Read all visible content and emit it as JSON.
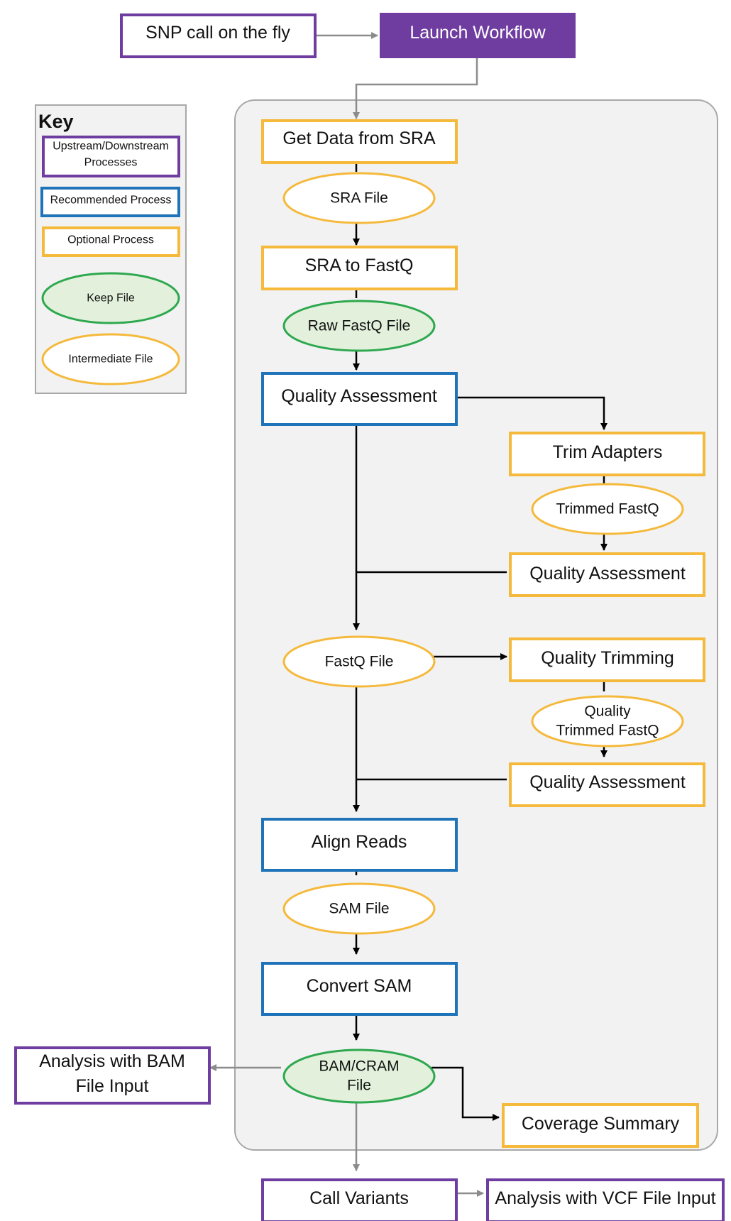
{
  "colors": {
    "upstream": "#6f3da0",
    "recommended": "#1f73b8",
    "optional": "#f5b93b",
    "keep_stroke": "#2ea84f",
    "keep_fill": "#e3f1dc",
    "intermediate": "#f5b93b",
    "container_fill": "#f2f2f2",
    "container_stroke": "#a8a8a8",
    "flow": "#000000",
    "external_flow": "#8c8c8c"
  },
  "top": {
    "snp_call": "SNP call on the fly",
    "launch": "Launch Workflow"
  },
  "key": {
    "title": "Key",
    "upstream": [
      "Upstream/Downstream",
      "Processes"
    ],
    "recommended": "Recommended Process",
    "optional": "Optional Process",
    "keep": "Keep File",
    "intermediate": "Intermediate File"
  },
  "nodes": {
    "get_data": "Get Data from SRA",
    "sra_file": "SRA File",
    "sra_to_fastq": "SRA to FastQ",
    "raw_fastq": "Raw FastQ File",
    "quality_assessment_1": "Quality Assessment",
    "trim_adapters": "Trim Adapters",
    "trimmed_fastq": "Trimmed FastQ",
    "quality_assessment_2": "Quality Assessment",
    "fastq_file": "FastQ File",
    "quality_trimming": "Quality Trimming",
    "quality_trimmed_fastq": [
      "Quality",
      "Trimmed FastQ"
    ],
    "quality_assessment_3": "Quality Assessment",
    "align_reads": "Align Reads",
    "sam_file": "SAM File",
    "convert_sam": "Convert SAM",
    "bam_cram": [
      "BAM/CRAM",
      "File"
    ],
    "analysis_bam": [
      "Analysis with BAM",
      "File Input"
    ],
    "coverage_summary": "Coverage Summary",
    "call_variants": "Call Variants",
    "analysis_vcf": "Analysis with VCF File Input"
  }
}
